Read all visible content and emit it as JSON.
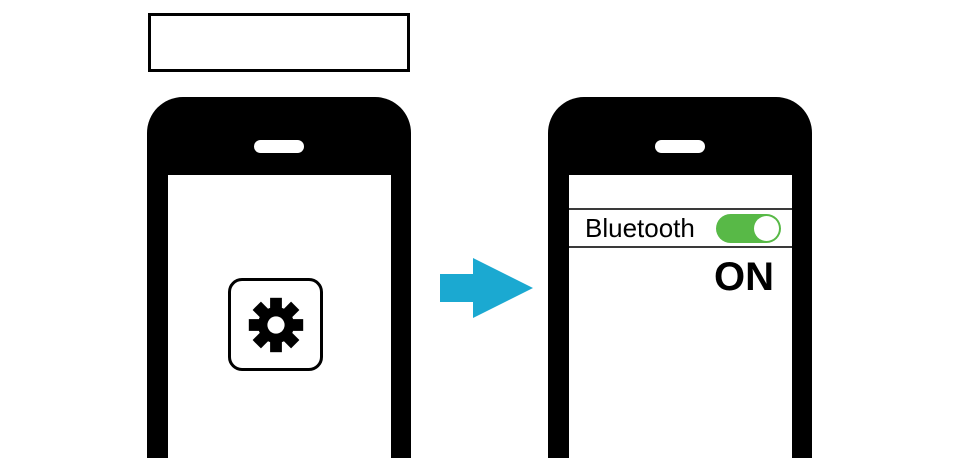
{
  "label_box": {
    "text": ""
  },
  "phones": {
    "before": {
      "app_button": {
        "icon": "gear-icon"
      }
    },
    "after": {
      "settings_row": {
        "label": "Bluetooth",
        "toggle": {
          "state": "on"
        }
      },
      "status_text": "ON"
    }
  },
  "icons": {
    "arrow": "arrow-right-icon",
    "speaker": "speaker-slot",
    "app": "gear-icon"
  },
  "colors": {
    "arrow": "#1BA9D1",
    "toggle_on": "#58B947",
    "phone": "#000000"
  }
}
